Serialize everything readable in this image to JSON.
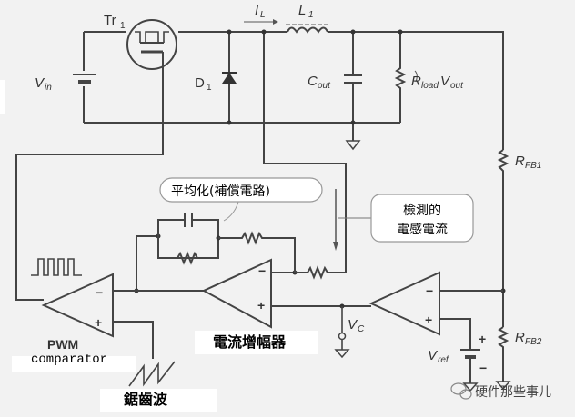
{
  "title": "Current-mode buck converter control loop",
  "components": {
    "transistor": "Tr",
    "transistor_sub": "1",
    "diode": "D",
    "diode_sub": "1",
    "inductor": "L",
    "inductor_sub": "1",
    "inductor_current": "I",
    "inductor_current_sub": "L",
    "input_voltage": "V",
    "input_voltage_sub": "in",
    "output_cap": "C",
    "output_cap_sub": "out",
    "load": "R",
    "load_sub": "load",
    "output_voltage": "V",
    "output_voltage_sub": "out",
    "feedback_r1": "R",
    "feedback_r1_sub": "FB1",
    "feedback_r2": "R",
    "feedback_r2_sub": "FB2",
    "control_voltage": "V",
    "control_voltage_sub": "C",
    "reference_voltage": "V",
    "reference_voltage_sub": "ref"
  },
  "opamp_signs": {
    "minus": "−",
    "plus": "+"
  },
  "labels": {
    "averaging": "平均化(補償電路)",
    "sensed_current_line1": "檢測的",
    "sensed_current_line2": "電感電流",
    "current_amplifier": "電流增幅器",
    "pwm": "PWM",
    "comparator": "comparator",
    "sawtooth": "鋸齒波",
    "vref_plus": "+",
    "vref_minus": "−"
  },
  "watermark": "硬件那些事儿"
}
